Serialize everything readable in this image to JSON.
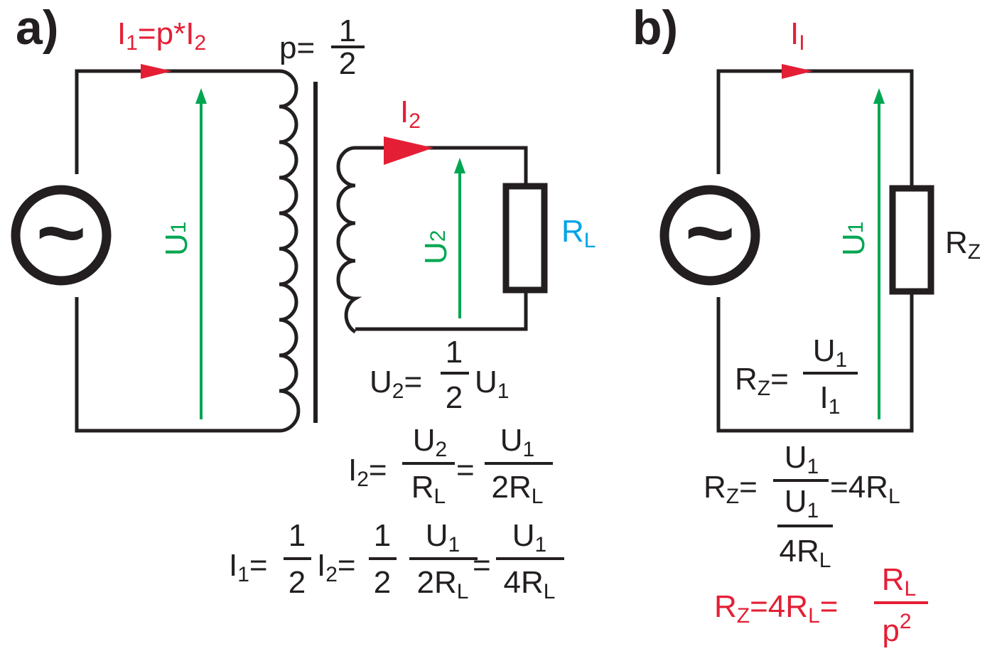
{
  "panel_a": {
    "label": "a)",
    "i1_eq": {
      "base_i": "I",
      "sub1": "1",
      "mid": "=p*I",
      "sub2": "2"
    },
    "ratio": {
      "lhs": "p=",
      "num": "1",
      "den": "2"
    },
    "i2_label": {
      "base": "I",
      "sub": "2"
    },
    "u1_label": {
      "base": "U",
      "sub": "1"
    },
    "u2_label": {
      "base": "U",
      "sub": "2"
    },
    "rl_label": {
      "base": "R",
      "sub": "L"
    },
    "eq_u2": {
      "l_base": "U",
      "l_sub": "2",
      "eq": "=",
      "num": "1",
      "den": "2",
      "r_base": "U",
      "r_sub": "1"
    },
    "eq_i2": {
      "l_base": "I",
      "l_sub": "2",
      "eq1": "=",
      "f1_num_base": "U",
      "f1_num_sub": "2",
      "f1_den_base": "R",
      "f1_den_sub": "L",
      "eq2": "=",
      "f2_num_base": "U",
      "f2_num_sub": "1",
      "f2_den_base": "2R",
      "f2_den_sub": "L"
    },
    "eq_i1": {
      "l_base": "I",
      "l_sub": "1",
      "eq1": "=",
      "f1_num": "1",
      "f1_den": "2",
      "m_base": "I",
      "m_sub": "2",
      "eq2": "=",
      "f2_num": "1",
      "f2_den": "2",
      "f3_num_base": "U",
      "f3_num_sub": "1",
      "f3_den_base": "2R",
      "f3_den_sub": "L",
      "eq3": "=",
      "f4_num_base": "U",
      "f4_num_sub": "1",
      "f4_den_base": "4R",
      "f4_den_sub": "L"
    }
  },
  "panel_b": {
    "label": "b)",
    "i_label": {
      "base": "I",
      "sub": "I"
    },
    "u1_label": {
      "base": "U",
      "sub": "1"
    },
    "rz_label": {
      "base": "R",
      "sub": "Z"
    },
    "eq_rz1": {
      "l_base": "R",
      "l_sub": "Z",
      "eq": "=",
      "num_base": "U",
      "num_sub": "1",
      "den_base": "I",
      "den_sub": "1"
    },
    "eq_rz2": {
      "l_base": "R",
      "l_sub": "Z",
      "eq": "=",
      "num_base": "U",
      "num_sub": "1",
      "in_num_base": "U",
      "in_num_sub": "1",
      "in_den_base": "4R",
      "in_den_sub": "L",
      "r": "=4R",
      "r_sub": "L"
    },
    "eq_rz3": {
      "l_base": "R",
      "l_sub": "Z",
      "mid": "=4R",
      "mid_sub": "L",
      "eq": "=",
      "num_base": "R",
      "num_sub": "L",
      "den_base": "p",
      "den_sup": "2"
    }
  },
  "source_symbol": "~",
  "colors": {
    "black": "#231f20",
    "red": "#e41f35",
    "green": "#00a651",
    "blue": "#00a3e8"
  }
}
